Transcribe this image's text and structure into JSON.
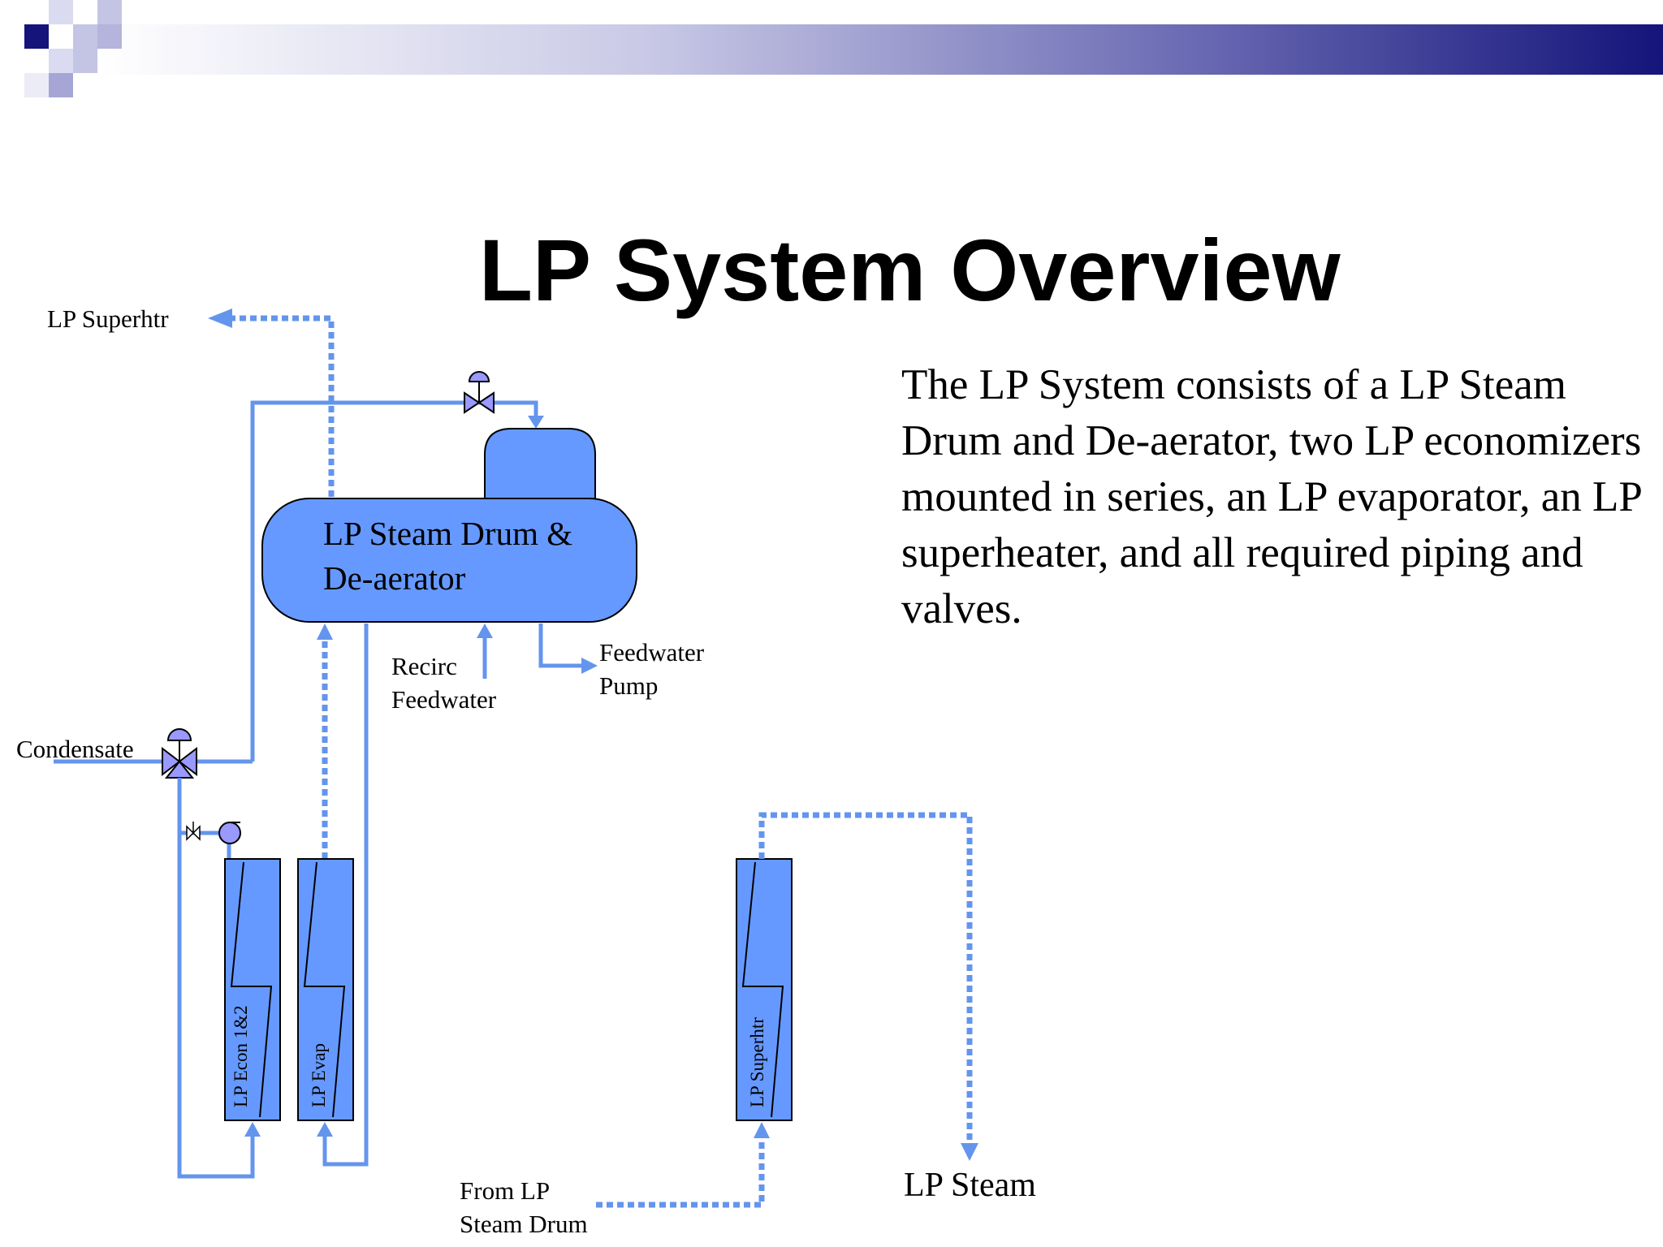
{
  "slide": {
    "title": "LP System Overview",
    "body": "The LP System consists of a LP Steam Drum and De-aerator, two LP economizers mounted in series, an LP evaporator, an LP superheater, and all required piping and valves."
  },
  "diagram": {
    "drum_label_line1": "LP Steam Drum &",
    "drum_label_line2": "De-aerator",
    "lp_superhtr_label": "LP Superhtr",
    "condensate_label": "Condensate",
    "recirc_line1": "Recirc",
    "recirc_line2": "Feedwater",
    "feedwater_line1": "Feedwater",
    "feedwater_line2": "Pump",
    "from_line1": "From LP",
    "from_line2": "Steam Drum",
    "lp_steam_label": "LP Steam",
    "econ_label": "LP Econ 1&2",
    "evap_label": "LP Evap",
    "superhtr_label": "LP Superhtr"
  },
  "colors": {
    "pipe": "#6495ed",
    "component_fill": "#6699ff",
    "valve_fill": "#9999ff",
    "header_dark": "#14147a",
    "rule": "#e0301e"
  }
}
